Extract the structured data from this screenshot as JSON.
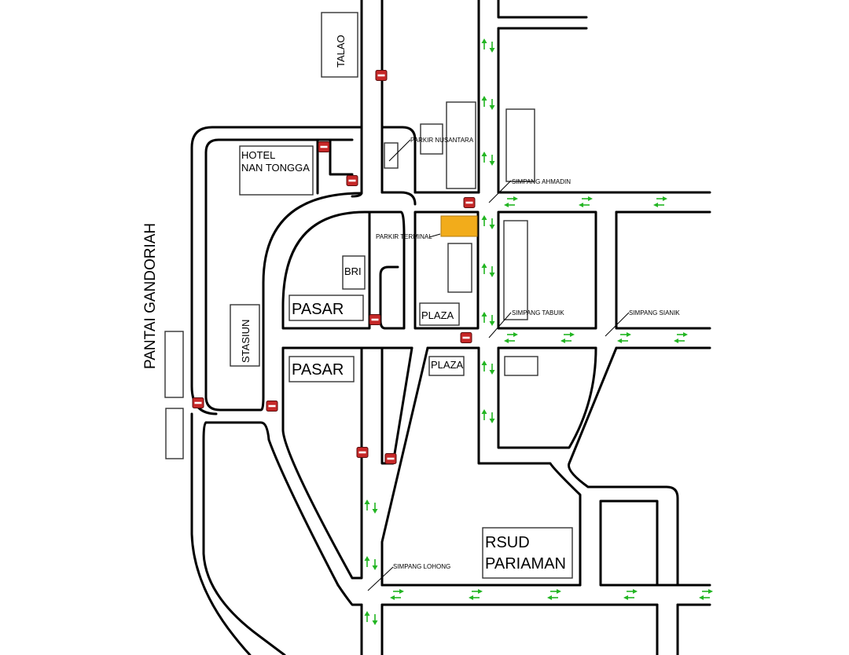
{
  "labels": {
    "talao": "TALAO",
    "hotel_line1": "HOTEL",
    "hotel_line2": "NAN TONGGA",
    "pantai": "PANTAI GANDORIAH",
    "stasiun": "STASIUN",
    "bri": "BRI",
    "pasar_upper": "PASAR",
    "pasar_lower": "PASAR",
    "plaza_upper": "PLAZA",
    "plaza_lower": "PLAZA",
    "parkir_nusantara": "PARKIR NUSANTARA",
    "parkir_terminal": "PARKIR TERMINAL",
    "simpang_ahmadin": "SIMPANG AHMADIN",
    "simpang_tabuik": "SIMPANG TABUIK",
    "simpang_sianik": "SIMPANG SIANIK",
    "simpang_lohong": "SIMPANG LOHONG",
    "rsud_line1": "RSUD",
    "rsud_line2": "PARIAMAN"
  },
  "colors": {
    "road": "#000000",
    "two_way_arrow": "#22b522",
    "no_entry_sign": "#c62828",
    "parking_highlight": "#f2ac1b"
  },
  "icons": [
    "no-entry-sign-icon",
    "two-way-arrow-icon"
  ]
}
